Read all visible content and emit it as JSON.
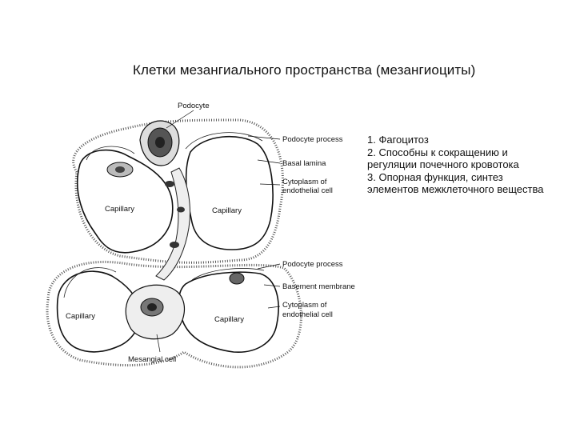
{
  "slide": {
    "title": "Клетки мезангиального пространства (мезангиоциты)"
  },
  "diagram": {
    "labels": {
      "podocyte": "Podocyte",
      "podocyte_process_top": "Podocyte process",
      "basal_lamina": "Basal lamina",
      "cytoplasm_endo_top_1": "Cytoplasm of",
      "cytoplasm_endo_top_2": "endothelial cell",
      "podocyte_process_bottom": "Podocyte process",
      "basement_membrane": "Basement membrane",
      "cytoplasm_endo_bottom_1": "Cytoplasm of",
      "cytoplasm_endo_bottom_2": "endothelial cell",
      "mesangial_cell": "Mesangial cell"
    },
    "capillaries": [
      "Capillary",
      "Capillary",
      "Capillary",
      "Capillary"
    ]
  },
  "functions": [
    "1.    Фагоцитоз",
    "2.    Способны к сокращению и",
    "регуляции почечного кровотока",
    "3. Опорная функция, синтез",
    "элементов межклеточного вещества"
  ]
}
